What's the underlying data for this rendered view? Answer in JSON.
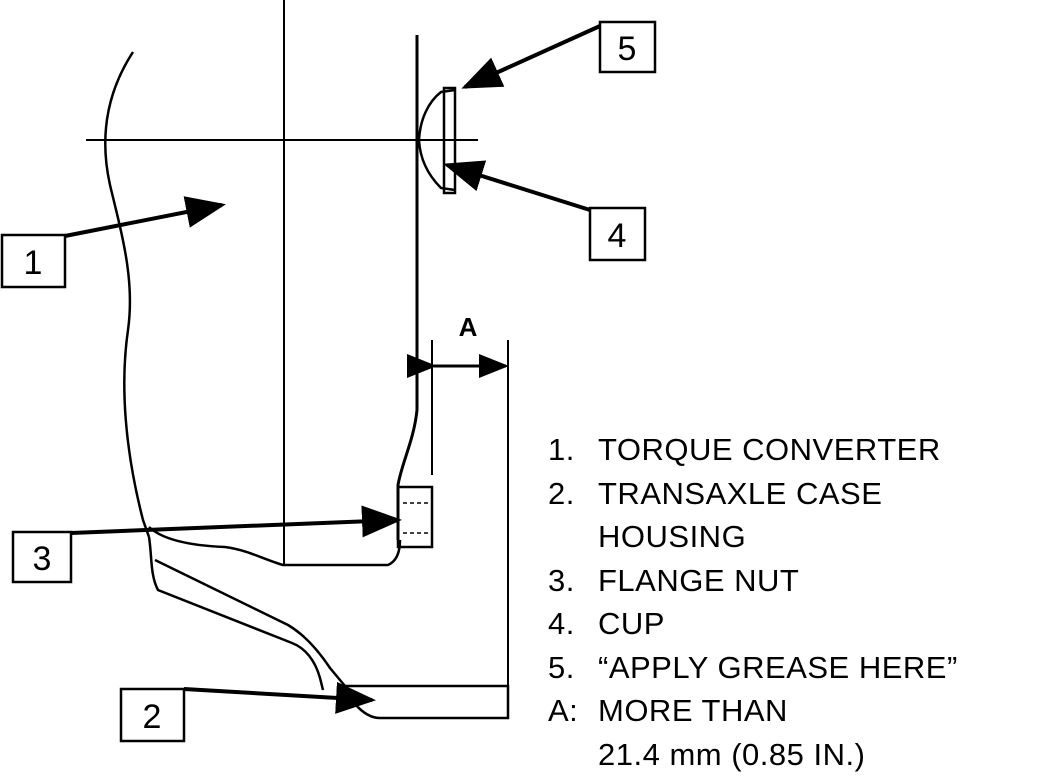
{
  "callouts": [
    {
      "id": "1",
      "label": "1"
    },
    {
      "id": "2",
      "label": "2"
    },
    {
      "id": "3",
      "label": "3"
    },
    {
      "id": "4",
      "label": "4"
    },
    {
      "id": "5",
      "label": "5"
    }
  ],
  "dimension": {
    "label": "A"
  },
  "legend": [
    {
      "key": "1.",
      "lines": [
        "TORQUE CONVERTER"
      ]
    },
    {
      "key": "2.",
      "lines": [
        "TRANSAXLE CASE",
        "HOUSING"
      ]
    },
    {
      "key": "3.",
      "lines": [
        "FLANGE NUT"
      ]
    },
    {
      "key": "4.",
      "lines": [
        "CUP"
      ]
    },
    {
      "key": "5.",
      "lines": [
        "“APPLY GREASE HERE”"
      ]
    },
    {
      "key": "A:",
      "lines": [
        "MORE THAN",
        "21.4 mm (0.85 IN.)"
      ]
    }
  ]
}
